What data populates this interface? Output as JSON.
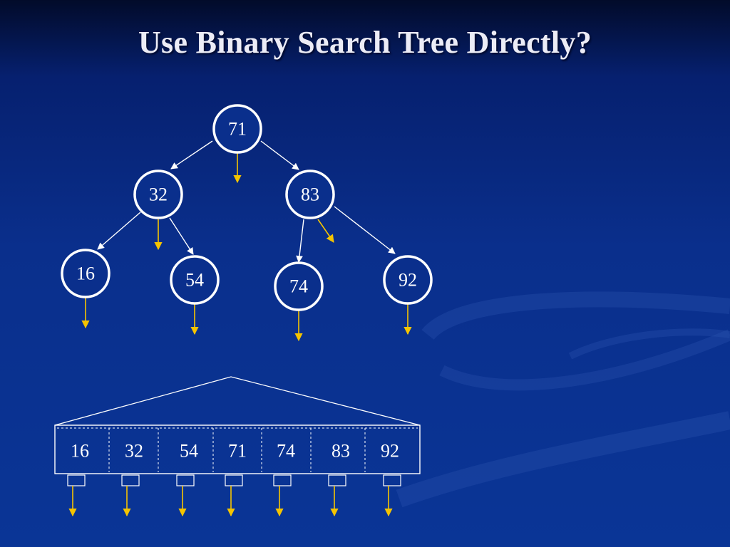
{
  "slide": {
    "title": "Use Binary Search Tree Directly?"
  },
  "tree": {
    "nodes": [
      {
        "id": "n71",
        "label": "71"
      },
      {
        "id": "n32",
        "label": "32"
      },
      {
        "id": "n83",
        "label": "83"
      },
      {
        "id": "n16",
        "label": "16"
      },
      {
        "id": "n54",
        "label": "54"
      },
      {
        "id": "n74",
        "label": "74"
      },
      {
        "id": "n92",
        "label": "92"
      }
    ]
  },
  "leaf_node": {
    "keys": [
      "16",
      "32",
      "54",
      "71",
      "74",
      "83",
      "92"
    ]
  },
  "colors": {
    "edge": "#ffffff",
    "pointer": "#f5c400",
    "node_stroke": "#ffffff"
  }
}
